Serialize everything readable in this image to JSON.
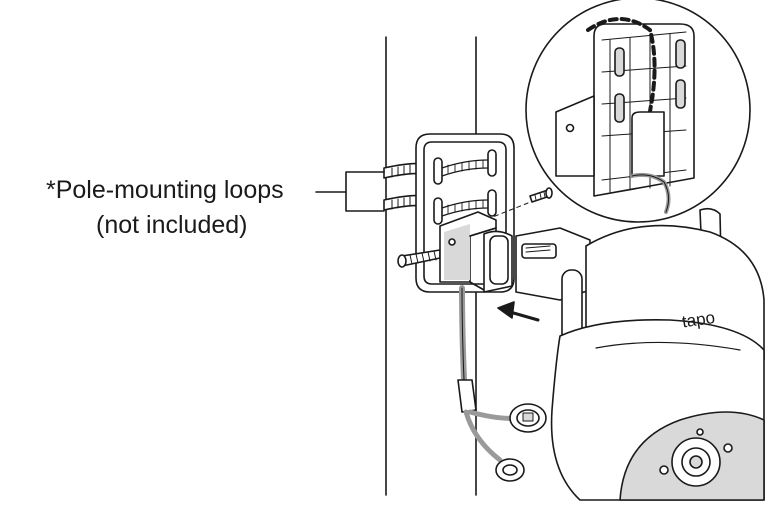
{
  "callout": {
    "line1": "*Pole-mounting loops",
    "line2": "(not included)"
  },
  "brand": {
    "logo": "tapo"
  },
  "colors": {
    "stroke": "#1a1a1a",
    "shade": "#d9d9d9",
    "cable": "#9a9a9a",
    "background": "#ffffff"
  }
}
